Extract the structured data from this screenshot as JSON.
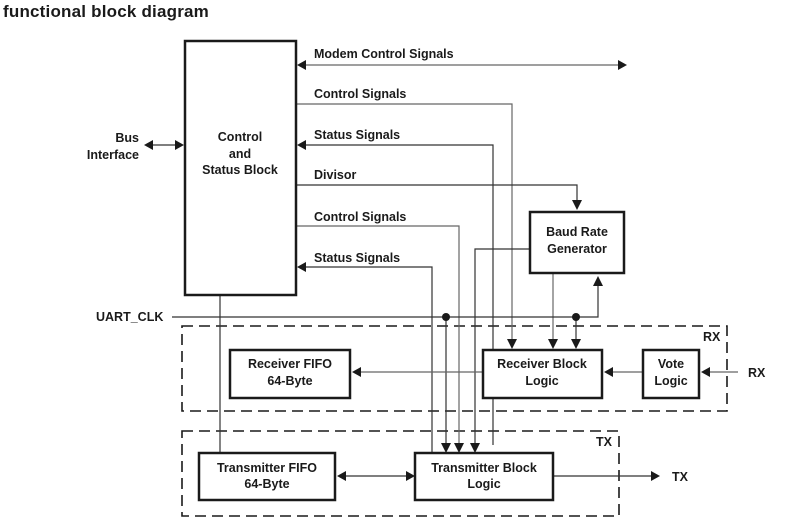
{
  "title": "functional block diagram",
  "blocks": {
    "control_status": [
      "Control",
      "and",
      "Status Block"
    ],
    "baud_rate": [
      "Baud Rate",
      "Generator"
    ],
    "receiver_fifo": [
      "Receiver FIFO",
      "64-Byte"
    ],
    "receiver_logic": [
      "Receiver Block",
      "Logic"
    ],
    "vote_logic": [
      "Vote",
      "Logic"
    ],
    "transmitter_fifo": [
      "Transmitter FIFO",
      "64-Byte"
    ],
    "transmitter_logic": [
      "Transmitter Block",
      "Logic"
    ]
  },
  "signals": {
    "modem_control": "Modem Control Signals",
    "control_1": "Control Signals",
    "status_1": "Status Signals",
    "divisor": "Divisor",
    "control_2": "Control Signals",
    "status_2": "Status Signals"
  },
  "external": {
    "bus_interface": [
      "Bus",
      "Interface"
    ],
    "uart_clk": "UART_CLK",
    "rx_in": "RX",
    "tx_out": "TX"
  },
  "groups": {
    "rx": "RX",
    "tx": "TX"
  }
}
